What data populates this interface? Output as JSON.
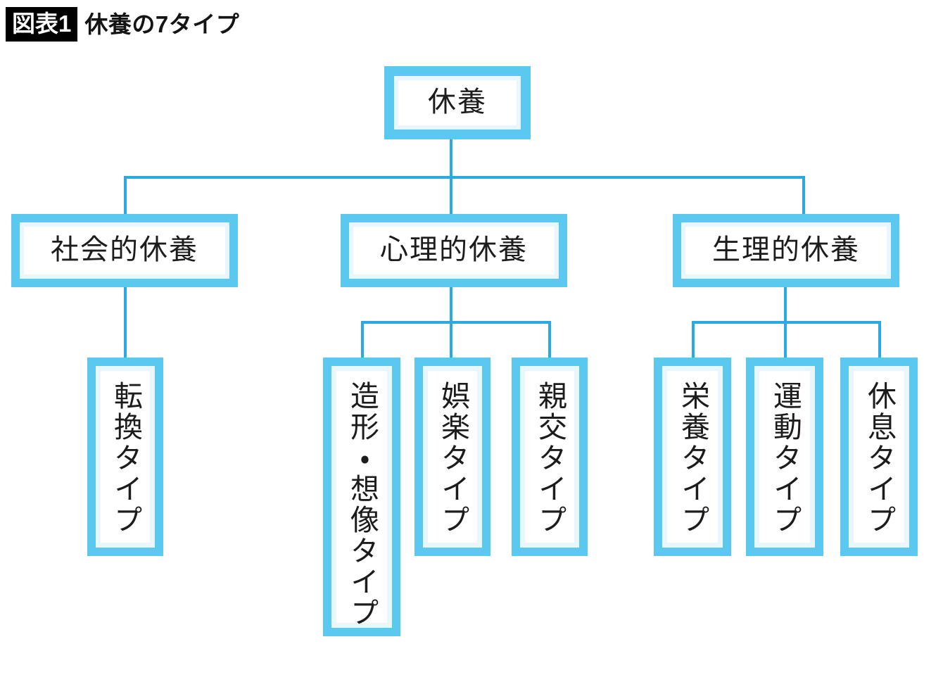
{
  "title": {
    "badge": "図表1",
    "text": "休養の7タイプ"
  },
  "colors": {
    "frame": "#5BC8F0",
    "connector": "#29ABE2",
    "inner_ring": "#E8F6FD",
    "box_fill": "#FFFFFF",
    "badge_bg": "#000000",
    "text": "#1C1C1C",
    "page_bg": "#FFFFFF"
  },
  "chart_data": {
    "type": "diagram",
    "subtype": "tree-hierarchy",
    "title": "休養の7タイプ",
    "orientation": "top-down",
    "root": {
      "id": "kyuyo",
      "label": "休養",
      "level": 0
    },
    "branches": [
      {
        "id": "shakaiteki",
        "label": "社会的休養",
        "level": 1,
        "children": [
          {
            "id": "tenkan",
            "label": "転換タイプ",
            "level": 2
          }
        ]
      },
      {
        "id": "shinriteki",
        "label": "心理的休養",
        "level": 1,
        "children": [
          {
            "id": "zokei-sozo",
            "label": "造形・想像タイプ",
            "level": 2
          },
          {
            "id": "goraku",
            "label": "娯楽タイプ",
            "level": 2
          },
          {
            "id": "shinko",
            "label": "親交タイプ",
            "level": 2
          }
        ]
      },
      {
        "id": "seiriteki",
        "label": "生理的休養",
        "level": 1,
        "children": [
          {
            "id": "eiyo",
            "label": "栄養タイプ",
            "level": 2
          },
          {
            "id": "undo",
            "label": "運動タイプ",
            "level": 2
          },
          {
            "id": "kyusoku",
            "label": "休息タイプ",
            "level": 2
          }
        ]
      }
    ],
    "leaf_count": 7,
    "leaf_labels": [
      "転換タイプ",
      "造形・想像タイプ",
      "娯楽タイプ",
      "親交タイプ",
      "栄養タイプ",
      "運動タイプ",
      "休息タイプ"
    ]
  }
}
